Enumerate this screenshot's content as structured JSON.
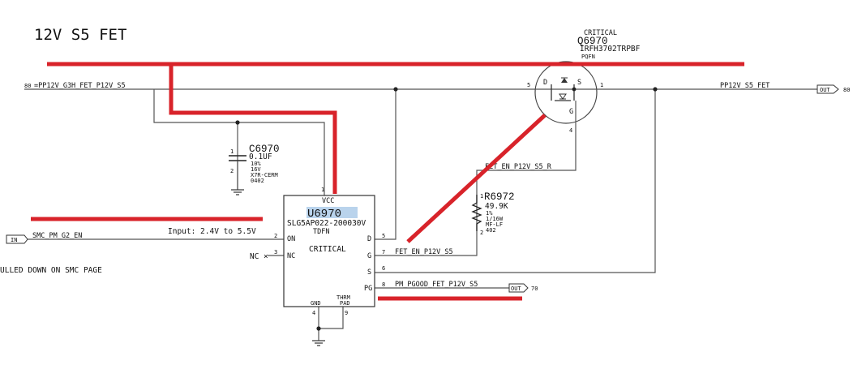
{
  "title": "12V S5 FET",
  "nets": {
    "input_net": "=PP12V_G3H_FET_P12V_S5",
    "input_page": "80",
    "output_net": "PP12V_S5_FET",
    "output_page": "80",
    "smc_net": "SMC_PM_G2_EN",
    "fet_en_net": "FET_EN_P12V_S5",
    "fet_en_r_net": "FET_EN_P12V_S5_R",
    "pgood_net": "PM_PGOOD_FET_P12V_S5",
    "pgood_page": "70"
  },
  "ports": {
    "in_label": "IN",
    "out_label": "OUT"
  },
  "notes": {
    "input_range": "Input: 2.4V to 5.5V",
    "pulled_down": "ULLED DOWN ON SMC PAGE",
    "nc_label": "NC"
  },
  "capacitor": {
    "ref": "C6970",
    "value": "0.1UF",
    "tol": "10%",
    "voltage": "16V",
    "dielectric": "X7R-CERM",
    "package": "0402",
    "pin1": "1",
    "pin2": "2"
  },
  "ic": {
    "ref": "U6970",
    "part": "SLG5AP022-200030V",
    "package": "TDFN",
    "critical": "CRITICAL",
    "vcc_label": "VCC",
    "gnd_label": "GND",
    "thrm_label": "THRM",
    "pad_label": "PAD",
    "pins": {
      "on": {
        "name": "ON",
        "num": "2"
      },
      "nc": {
        "name": "NC",
        "num": "3"
      },
      "d": {
        "name": "D",
        "num": "5"
      },
      "g": {
        "name": "G",
        "num": "7"
      },
      "s": {
        "name": "S",
        "num": "6"
      },
      "pg": {
        "name": "PG",
        "num": "8"
      },
      "vcc": {
        "num": "1"
      },
      "gnd": {
        "num": "4"
      },
      "thrm": {
        "num": "9"
      }
    }
  },
  "fet": {
    "critical": "CRITICAL",
    "ref": "Q6970",
    "part": "IRFH3702TRPBF",
    "package": "PQFN",
    "d_label": "D",
    "s_label": "S",
    "g_label": "G",
    "d_pin": "5",
    "s_pin": "1",
    "g_pin": "4"
  },
  "resistor": {
    "ref": "R6972",
    "value": "49.9K",
    "tol": "1%",
    "power": "1/16W",
    "type": "MF-LF",
    "package": "402",
    "pin1": "1",
    "pin2": "2"
  },
  "colors": {
    "markup_red": "#d8232a",
    "highlight": "#b9d3ec"
  }
}
